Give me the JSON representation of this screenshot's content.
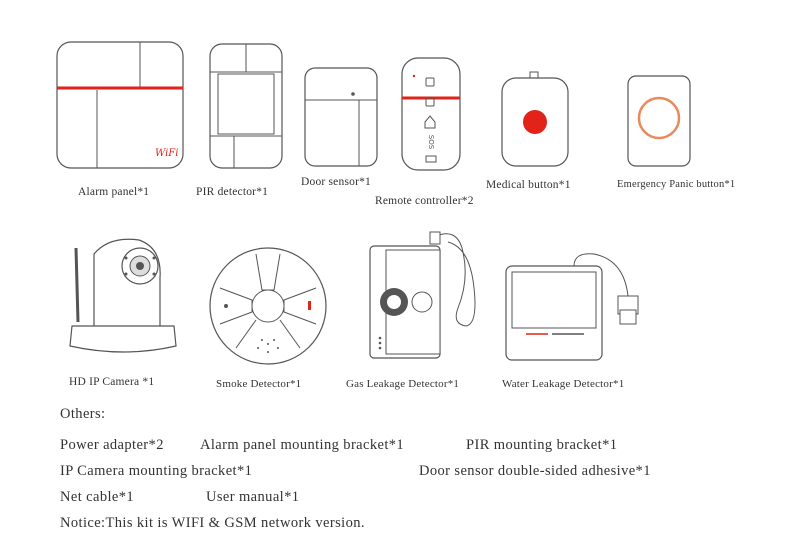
{
  "products": {
    "alarm_panel": {
      "label": "Alarm panel*1",
      "logo": "WiFi"
    },
    "pir_detector": {
      "label": "PIR detector*1"
    },
    "door_sensor": {
      "label": "Door sensor*1"
    },
    "remote_controller": {
      "label": "Remote controller*2",
      "sos": "SOS"
    },
    "medical_button": {
      "label": "Medical button*1"
    },
    "emergency_button": {
      "label": "Emergency Panic button*1"
    },
    "ip_camera": {
      "label": "HD IP Camera *1"
    },
    "smoke_detector": {
      "label": "Smoke Detector*1"
    },
    "gas_detector": {
      "label": "Gas Leakage Detector*1"
    },
    "water_detector": {
      "label": "Water Leakage Detector*1"
    }
  },
  "others": {
    "heading": "Others:",
    "power_adapter": "Power adapter*2",
    "alarm_bracket": "Alarm panel mounting bracket*1",
    "pir_bracket": "PIR mounting bracket*1",
    "camera_bracket": "IP Camera  mounting bracket*1",
    "door_adhesive": "Door sensor double-sided adhesive*1",
    "net_cable": "Net cable*1",
    "user_manual": "User manual*1",
    "notice": "Notice:This kit is WIFI & GSM network version."
  },
  "colors": {
    "accent_red": "#e2231a",
    "outline": "#555555"
  }
}
